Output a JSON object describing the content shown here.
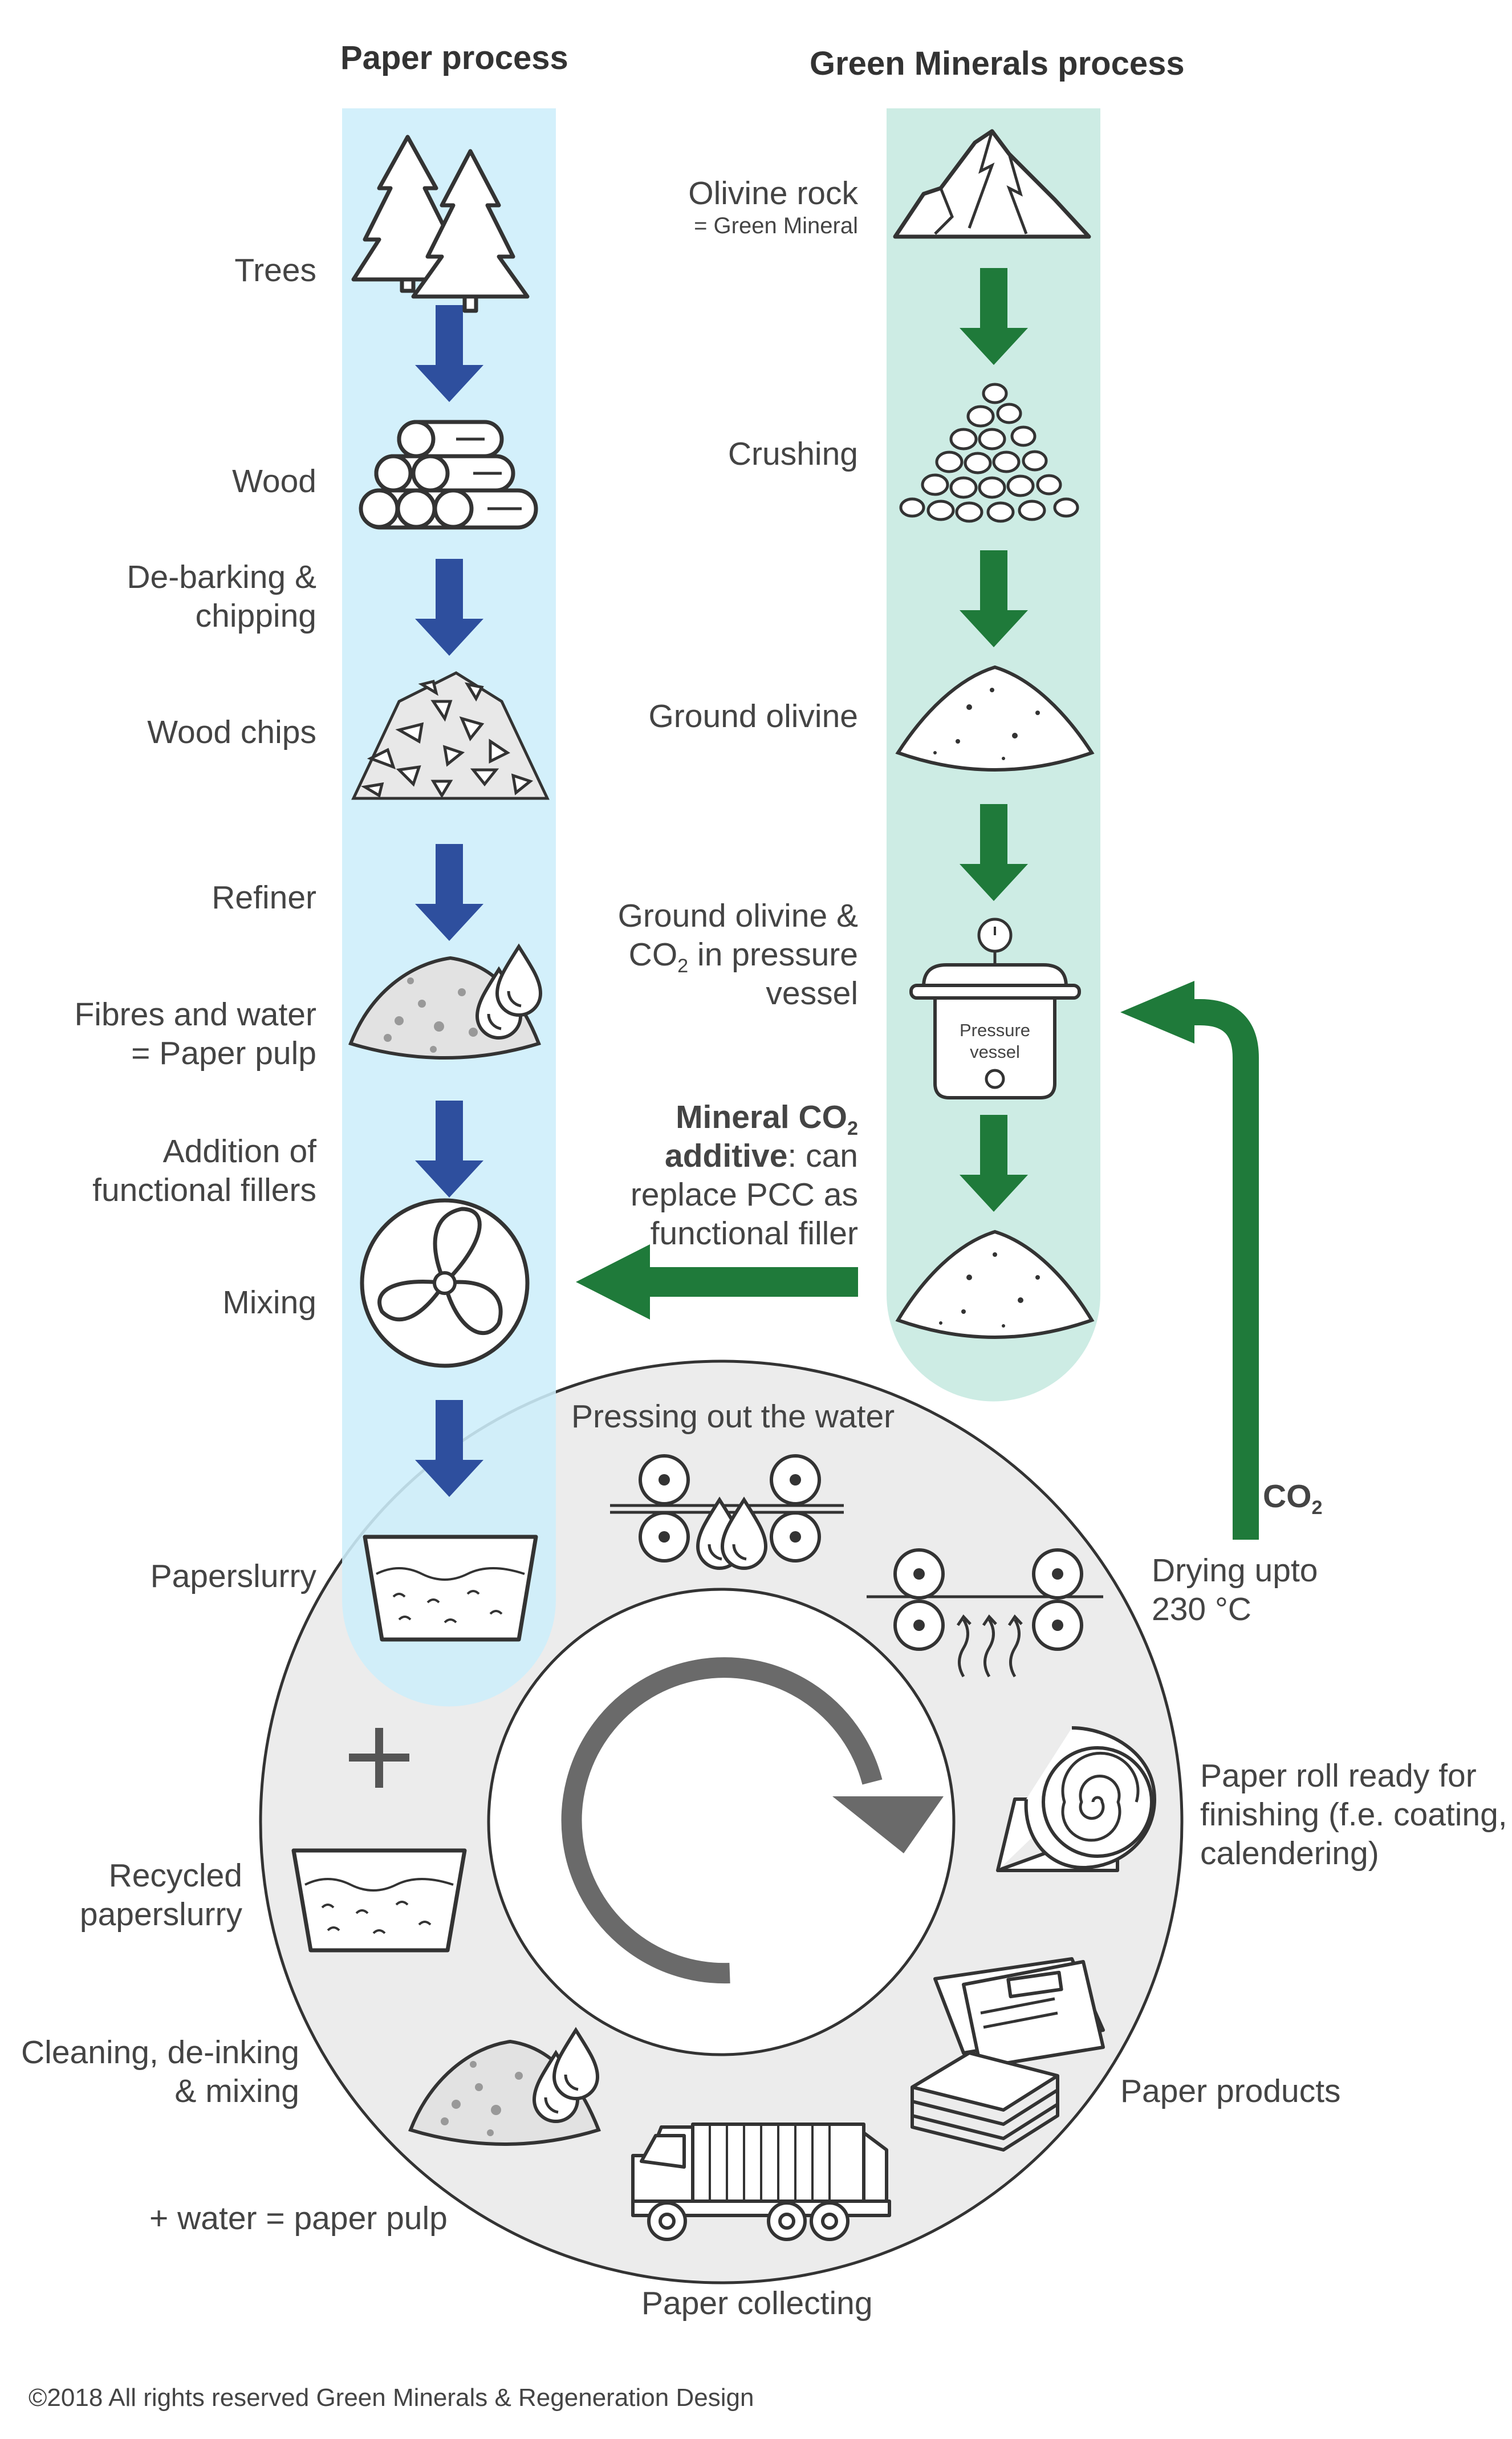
{
  "headers": {
    "paper": "Paper process",
    "green": "Green Minerals process"
  },
  "paper_steps": {
    "trees": "Trees",
    "wood": "Wood",
    "debarking_1": "De-barking &",
    "debarking_2": "chipping",
    "wood_chips": "Wood chips",
    "refiner": "Refiner",
    "fibres_1": "Fibres and water",
    "fibres_2": "= Paper pulp",
    "addition_1": "Addition of",
    "addition_2": "functional fillers",
    "mixing": "Mixing",
    "paperslurry": "Paperslurry"
  },
  "green_steps": {
    "olivine_rock": "Olivine rock",
    "green_mineral": "= Green Mineral",
    "crushing": "Crushing",
    "ground_olivine": "Ground olivine",
    "vessel_1": "Ground olivine &",
    "vessel_2a": "CO",
    "vessel_2b": "2",
    "vessel_2c": " in pressure",
    "vessel_3": "vessel",
    "vessel_label_1": "Pressure",
    "vessel_label_2": "vessel",
    "mineral_1a": "Mineral CO",
    "mineral_1b": "2",
    "mineral_2a": "additive",
    "mineral_2b": ": can",
    "mineral_3": "replace PCC as",
    "mineral_4": "functional filler"
  },
  "cycle": {
    "pressing": "Pressing out the water",
    "drying_1": "Drying upto",
    "drying_2": "230 °C",
    "co2_a": "CO",
    "co2_b": "2",
    "roll_1": "Paper roll ready for",
    "roll_2": "finishing (f.e. coating,",
    "roll_3": "calendering)",
    "products": "Paper products",
    "collecting": "Paper collecting",
    "water": "+ water = paper pulp",
    "cleaning_1": "Cleaning, de-inking",
    "cleaning_2": "& mixing",
    "recycled_1": "Recycled",
    "recycled_2": "paperslurry",
    "plus": "+"
  },
  "footer": "©2018 All rights reserved Green Minerals & Regeneration Design",
  "colors": {
    "paper_column": "#cdeefa",
    "green_column": "#cdece4",
    "blue_arrow": "#2e4f9e",
    "green_arrow": "#1f7a3a",
    "circle_fill": "#ececec",
    "cycle_arrow": "#6a6a6a"
  }
}
